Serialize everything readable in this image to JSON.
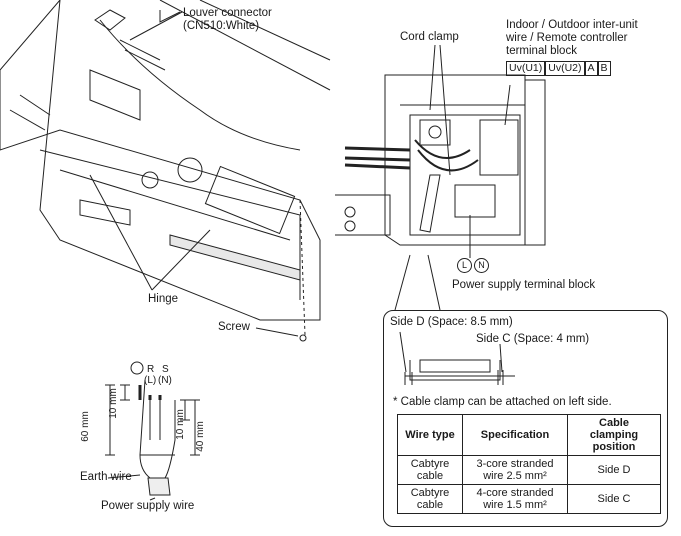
{
  "labels": {
    "louver_line1": "Louver connector",
    "louver_line2": "(CN510:White)",
    "hinge": "Hinge",
    "screw": "Screw",
    "cord_clamp": "Cord clamp",
    "indoor_line1": "Indoor / Outdoor inter-unit",
    "indoor_line2": "wire / Remote controller",
    "indoor_line3": "terminal block",
    "power_terminal": "Power supply terminal block",
    "side_d": "Side D (Space: 8.5 mm)",
    "side_c": "Side C (Space: 4 mm)",
    "note": "* Cable clamp can be attached on left side.",
    "earth_wire": "Earth wire",
    "power_wire": "Power supply wire",
    "dim_60": "60 mm",
    "dim_10a": "10 mm",
    "dim_10b": "10 mm",
    "dim_40": "40 mm",
    "r_label": "R",
    "r_sub": "(L)",
    "s_label": "S",
    "s_sub": "(N)"
  },
  "terminals": [
    "Uv(U1)",
    "Uv(U2)",
    "A",
    "B"
  ],
  "power_terminals": [
    "L",
    "N"
  ],
  "table": {
    "headers": [
      "Wire type",
      "Specification",
      "Cable clamping position"
    ],
    "rows": [
      [
        "Cabtyre cable",
        "3-core stranded wire 2.5 mm²",
        "Side D"
      ],
      [
        "Cabtyre cable",
        "4-core stranded wire 1.5 mm²",
        "Side C"
      ]
    ]
  }
}
